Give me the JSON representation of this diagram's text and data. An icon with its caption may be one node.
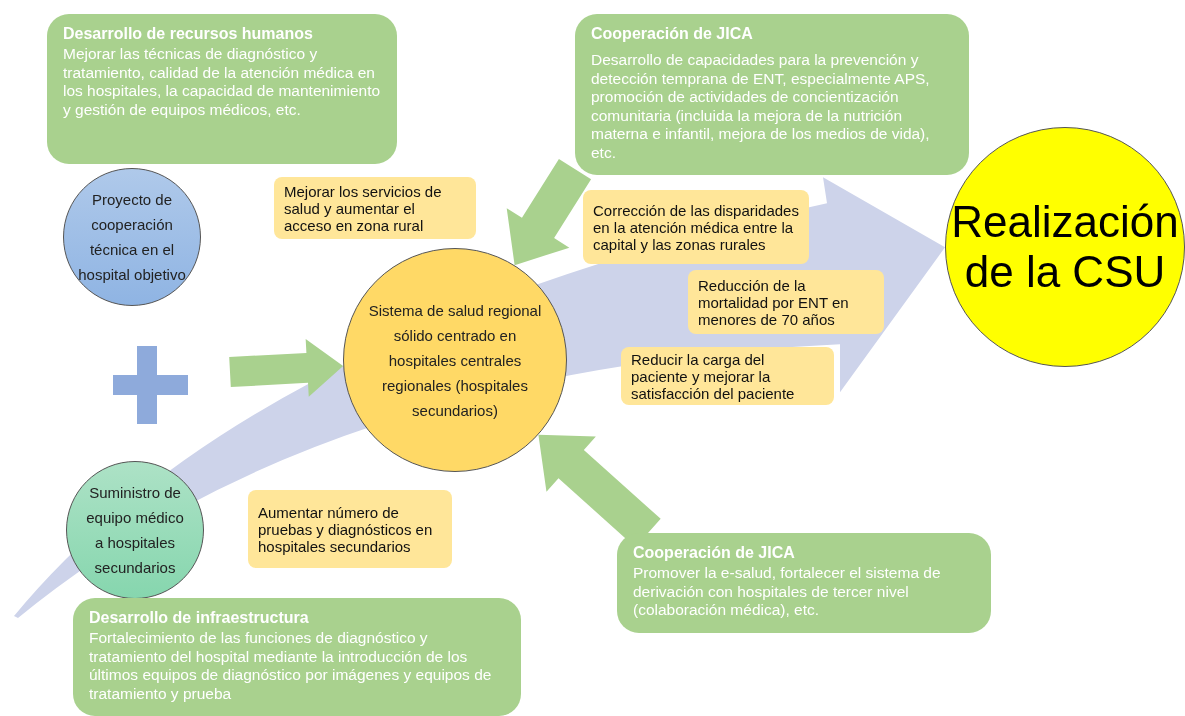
{
  "diagram": {
    "nodes": [
      {
        "text": [
          "Desarrollo de recursos humanos",
          "Mejorar las técnicas de diagnóstico y tratamiento, calidad de la atención médica en los hospitales, la capacidad de mantenimiento y gestión de equipos médicos, etc."
        ]
      },
      {
        "text": [
          "Proyecto de cooperación técnica en el hospital objetivo"
        ]
      },
      {
        "text": [
          "Suministro de equipo médico a hospitales secundarios"
        ]
      },
      {
        "text": [
          "Desarrollo de infraestructura",
          "Fortalecimiento de las funciones de diagnóstico y tratamiento del hospital mediante la introducción de los últimos equipos de diagnóstico por imágenes y equipos de tratamiento y prueba"
        ]
      },
      {
        "text": [
          "Mejorar los servicios de salud y aumentar el acceso en zona rural"
        ]
      },
      {
        "text": [
          "Sistema de salud regional sólido centrado en hospitales centrales regionales (hospitales secundarios)"
        ]
      },
      {
        "text": [
          "Aumentar número de pruebas y diagnósticos en hospitales secundarios"
        ]
      },
      {
        "text": [
          "Cooperación de JICA",
          "Desarrollo de capacidades para la prevención y detección temprana de ENT, especialmente APS, promoción de actividades de concientización comunitaria (incluida la mejora de la nutrición materna e infantil, mejora de los medios de vida), etc."
        ]
      },
      {
        "text": [
          "Corrección de las disparidades en la atención médica entre la capital y las zonas rurales"
        ]
      },
      {
        "text": [
          "Reducción de la mortalidad por ENT en menores de 70 años"
        ]
      },
      {
        "text": [
          "Reducir la carga del paciente y mejorar la satisfacción del paciente"
        ]
      },
      {
        "text": [
          "Cooperación de JICA",
          "Promover la e-salud, fortalecer el sistema de derivación con hospitales de tercer nivel (colaboración médica), etc."
        ]
      },
      {
        "text": [
          "Realización de la CSU"
        ]
      }
    ],
    "edges": [
      {
        "from": null,
        "to": 12,
        "arrow": "to",
        "color": "#cdd3ea"
      },
      {
        "from": null,
        "to": 5,
        "arrow": "to"
      },
      {
        "from": 7,
        "to": 5,
        "arrow": "to"
      },
      {
        "from": 11,
        "to": 5,
        "arrow": "to"
      }
    ]
  }
}
